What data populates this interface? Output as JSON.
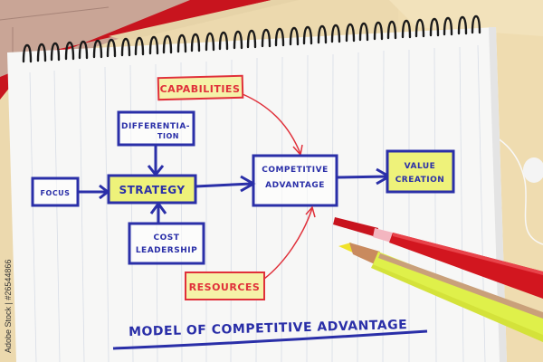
{
  "diagram": {
    "title": "MODEL OF COMPETITIVE ADVANTAGE",
    "nodes": {
      "capabilities": "CAPABILITIES",
      "differentiation_line1": "DIFFERENTIA-",
      "differentiation_line2": "TION",
      "focus": "FOCUS",
      "strategy": "STRATEGY",
      "competitive_advantage_line1": "COMPETITIVE",
      "competitive_advantage_line2": "ADVANTAGE",
      "value_creation_line1": "VALUE",
      "value_creation_line2": "CREATION",
      "cost_leadership_line1": "COST",
      "cost_leadership_line2": "LEADERSHIP",
      "resources": "RESOURCES"
    },
    "edges": [
      {
        "from": "focus",
        "to": "strategy"
      },
      {
        "from": "differentiation",
        "to": "strategy"
      },
      {
        "from": "cost_leadership",
        "to": "strategy"
      },
      {
        "from": "strategy",
        "to": "competitive_advantage"
      },
      {
        "from": "capabilities",
        "to": "competitive_advantage"
      },
      {
        "from": "resources",
        "to": "competitive_advantage"
      },
      {
        "from": "competitive_advantage",
        "to": "value_creation"
      }
    ]
  },
  "watermark": "Adobe Stock | #26544866",
  "colors": {
    "ink_blue": "#2a2fa8",
    "ink_red": "#e0303a",
    "highlight_yellow": "#eef27a",
    "paper": "#f7f7f5",
    "folder": "#ecd9ae",
    "red_folder": "#c8141e",
    "table_wood": "#c8a898"
  }
}
